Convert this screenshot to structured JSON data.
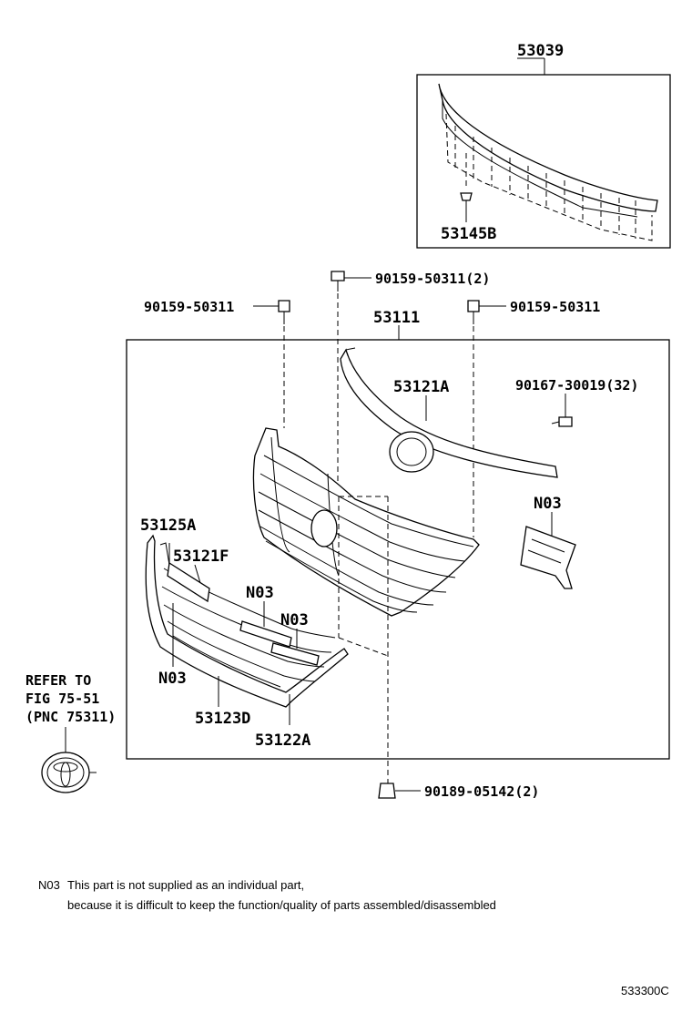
{
  "labels": {
    "p53039": "53039",
    "p53145b": "53145B",
    "p90159_50311_2": "90159-50311(2)",
    "p90159_50311_left": "90159-50311",
    "p90159_50311_right": "90159-50311",
    "p53111": "53111",
    "p53121a": "53121A",
    "p90167_30019": "90167-30019(32)",
    "p_n03_right": "N03",
    "p53125a": "53125A",
    "p53121f": "53121F",
    "p_n03_mid1": "N03",
    "p_n03_mid2": "N03",
    "p_n03_left": "N03",
    "p53123d": "53123D",
    "p53122a": "53122A",
    "p90189_05142": "90189-05142(2)"
  },
  "refer": {
    "line1": "REFER TO",
    "line2": "FIG 75-51",
    "line3": "(PNC 75311)"
  },
  "note": {
    "code": "N03",
    "line1": "This part is not supplied as an individual part,",
    "line2": "because it is difficult to keep the function/quality of parts assembled/disassembled"
  },
  "figure_id": "533300C"
}
